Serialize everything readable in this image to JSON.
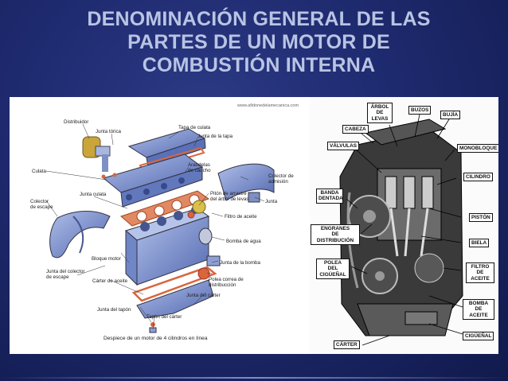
{
  "slide": {
    "title_lines": [
      "DENOMINACIÓN GENERAL DE LAS",
      "PARTES DE  UN MOTOR DE",
      "COMBUSTIÓN INTERNA"
    ]
  },
  "left_diagram": {
    "website": "www.afidonedelamecanica.com",
    "caption": "Despiece de un motor de 4 cilindros en línea",
    "labels": {
      "distribuidor": "Distribuidor",
      "junta_torica": "Junta tórica",
      "tapa_culata": "Tapa de culata",
      "junta_tapa": "Junta de la tapa",
      "arandelas": "Arandelas\nde caucho",
      "culata": "Culata",
      "colector_admision": "Colector de\nadmisión",
      "junta_culata": "Junta culata",
      "colector_escape": "Colector\nde escape",
      "piston_arrastre": "Pitón de arrastre\ndel árbol de levas",
      "junta": "Junta",
      "filtro_aceite": "Filtro de aceite",
      "bomba_agua": "Bomba de agua",
      "bloque_motor": "Bloque motor",
      "junta_bomba": "Junta de la bomba",
      "junta_colector_escape": "Junta del colector\nde escape",
      "polea_correa": "Polea correa de\ndistribucción",
      "carter_aceite": "Cárter de aceite",
      "junta_carter": "Junta del cárter",
      "junta_tapon": "Junta del tapón",
      "tapon_carter": "Tapón del cárter"
    }
  },
  "right_diagram": {
    "tags": {
      "arbol_levas": "ÁRBOL\nDE LEVAS",
      "buzos": "BUZOS",
      "bujia": "BUJÍA",
      "cabeza": "CABEZA",
      "valvulas": "VÁLVULAS",
      "monobloque": "MONOBLOQUE",
      "cilindro": "CILINDRO",
      "banda_dentada": "BANDA\nDENTADA",
      "piston": "PISTÓN",
      "engranes": "ENGRANES\nDE DISTRIBUCIÓN",
      "biela": "BIELA",
      "polea_cigueñal": "POLEA DEL\nCIGÜEÑAL",
      "filtro_aceite": "FILTRO DE\nACEITE",
      "bomba_aceite": "BOMBA DE\nACEITE",
      "carter": "CÁRTER",
      "cigueñal": "CIGÜEÑAL"
    }
  },
  "colors": {
    "background": "#1e2a6e",
    "title": "#b9c4e4",
    "engine_blue": "#6f86c7",
    "gasket_orange": "#d9663b"
  }
}
